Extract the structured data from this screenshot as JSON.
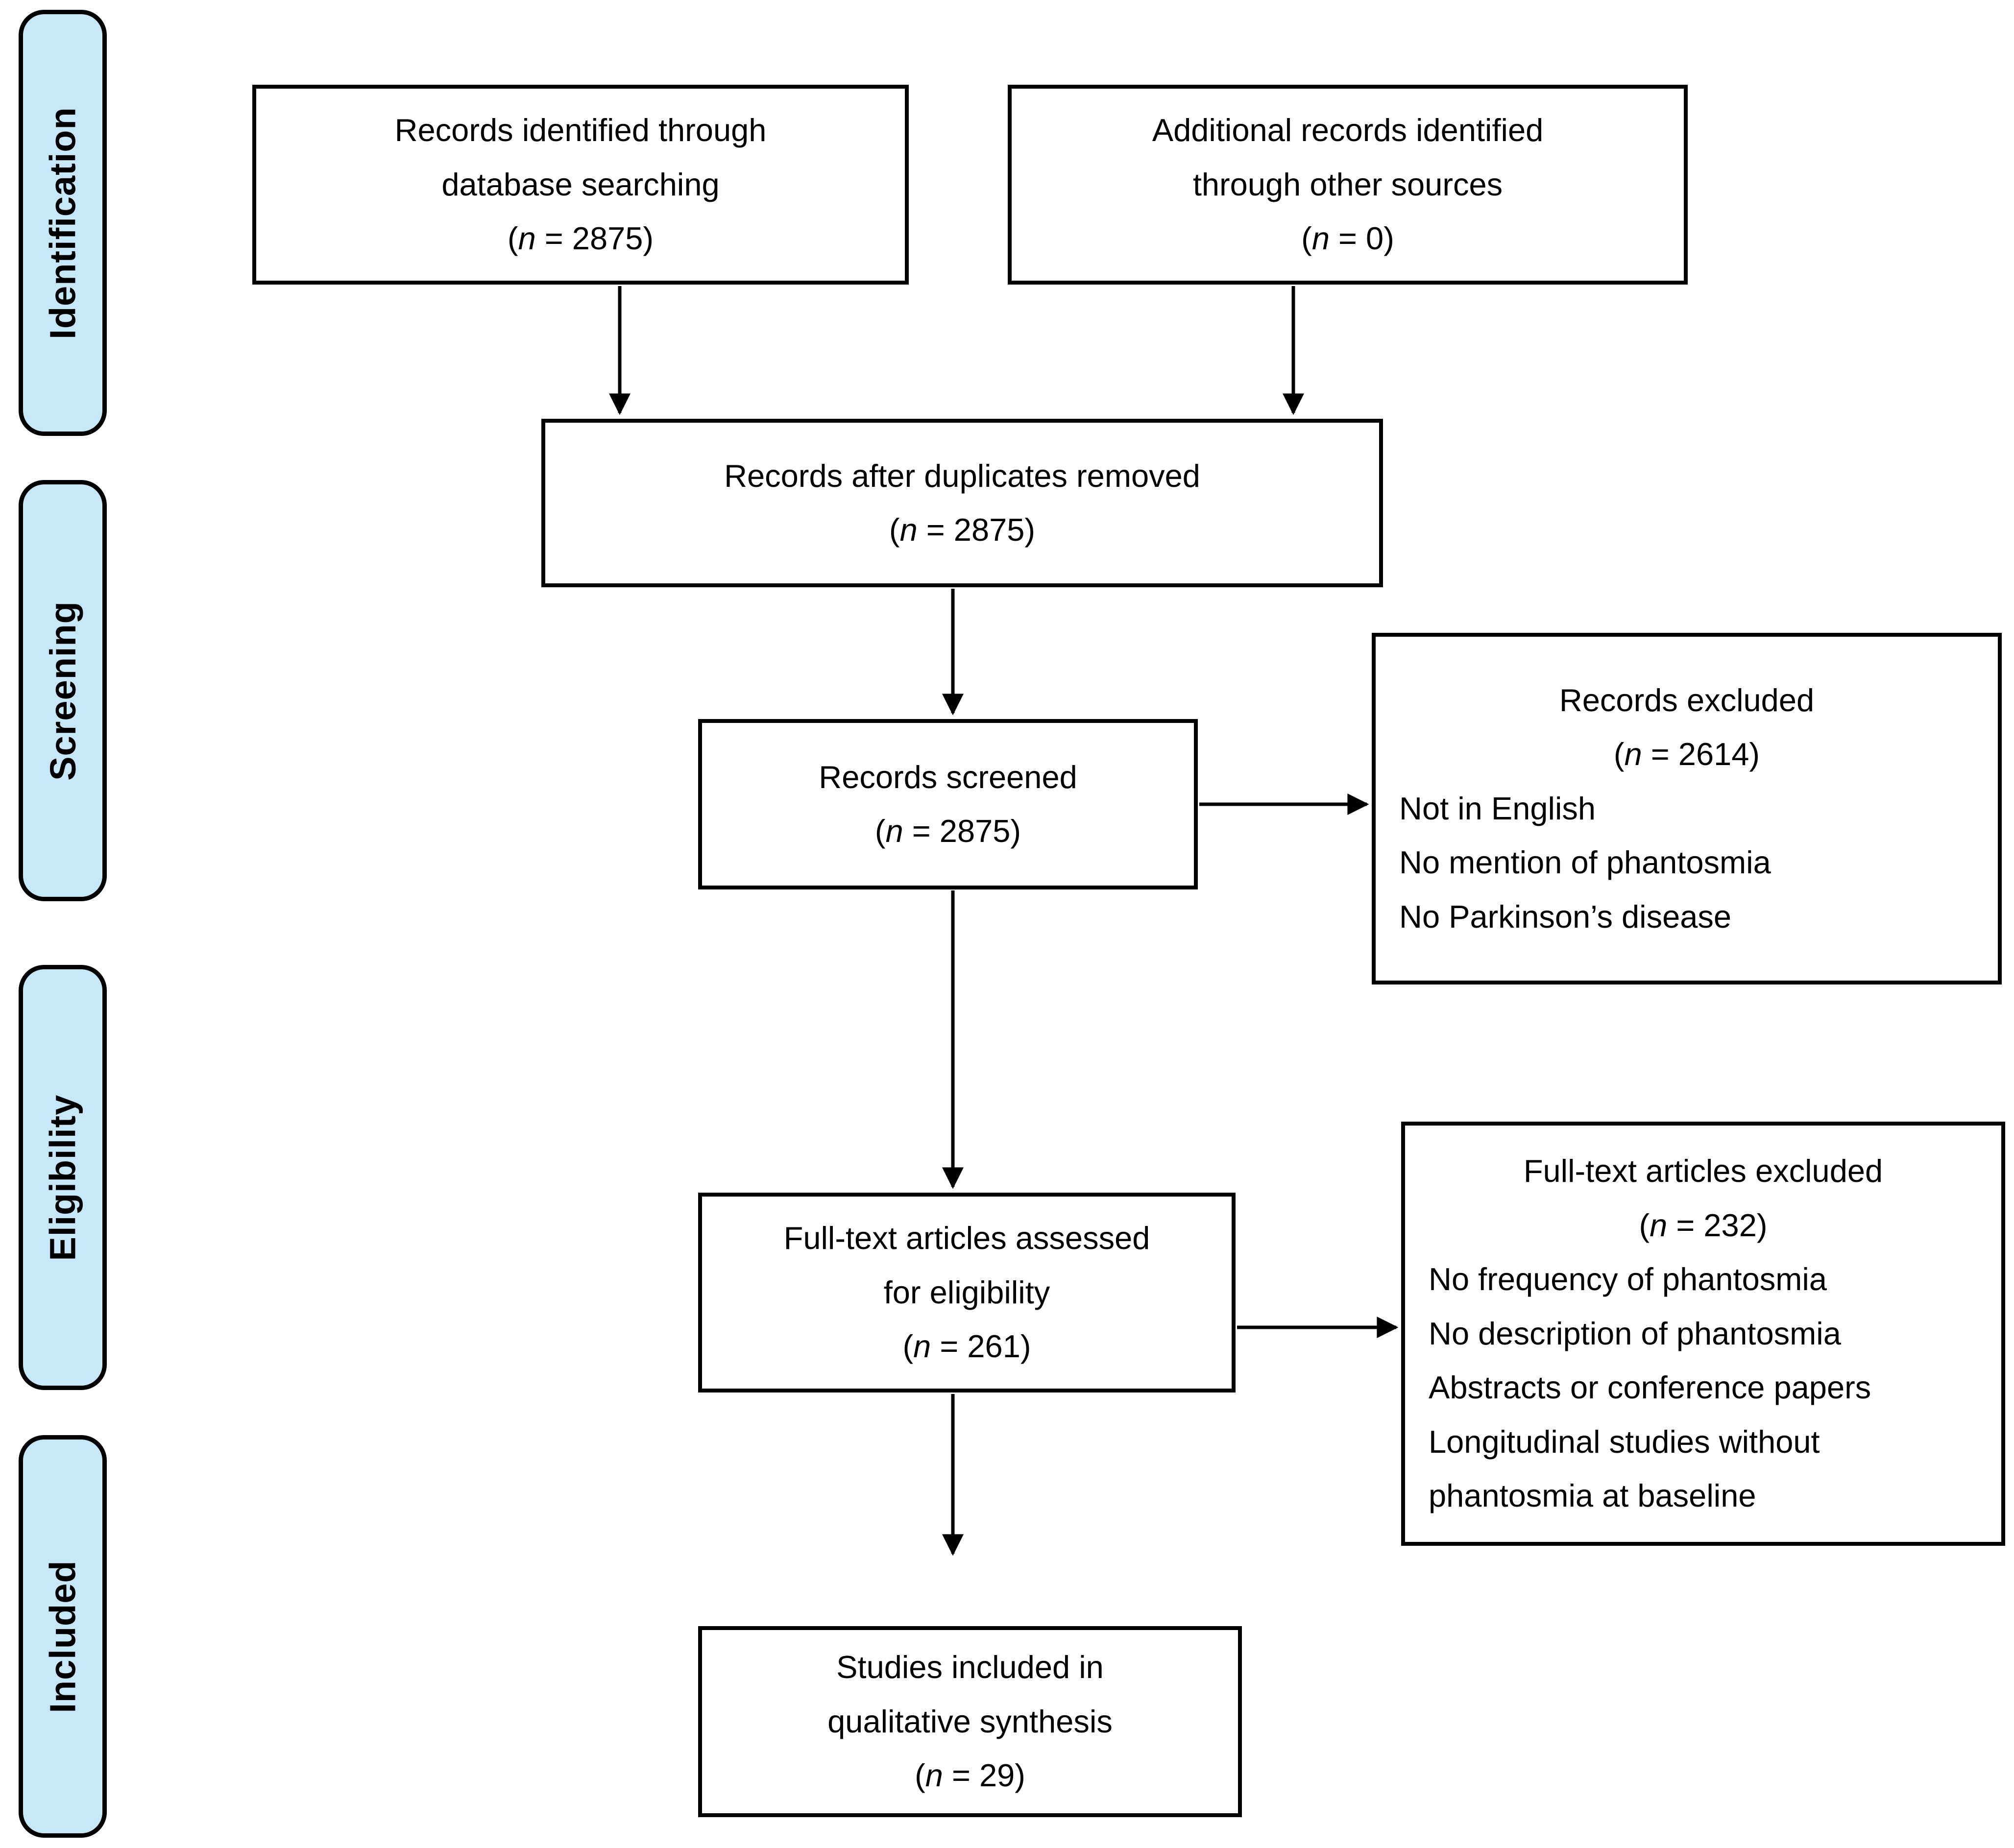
{
  "colors": {
    "stage_fill": "#c7e8f8",
    "line": "#000000",
    "box_background": "#ffffff",
    "text": "#000000",
    "page_background": "#ffffff"
  },
  "stages": {
    "identification": "Identification",
    "screening": "Screening",
    "eligibility": "Eligibility",
    "included": "Included"
  },
  "boxes": {
    "identified": {
      "title": [
        "Records identified through",
        "database searching"
      ],
      "n_prefix": "(",
      "n_italic": "n",
      "n_suffix": " = 2875)"
    },
    "additional": {
      "title": [
        "Additional records identified",
        "through other sources"
      ],
      "n_prefix": "(",
      "n_italic": "n",
      "n_suffix": " = 0)"
    },
    "duplicates_removed": {
      "title": [
        "Records after duplicates removed"
      ],
      "n_prefix": "(",
      "n_italic": "n",
      "n_suffix": " = 2875)"
    },
    "screened": {
      "title": [
        "Records screened"
      ],
      "n_prefix": "(",
      "n_italic": "n",
      "n_suffix": " = 2875)"
    },
    "records_excluded": {
      "title": [
        "Records excluded"
      ],
      "n_prefix": "(",
      "n_italic": "n",
      "n_suffix": " = 2614)",
      "reasons": [
        "Not in English",
        "No mention of phantosmia",
        "No Parkinson’s disease"
      ]
    },
    "fulltext_assessed": {
      "title": [
        "Full-text articles assessed",
        "for eligibility"
      ],
      "n_prefix": "(",
      "n_italic": "n",
      "n_suffix": " = 261)"
    },
    "fulltext_excluded": {
      "title": [
        "Full-text articles excluded"
      ],
      "n_prefix": "(",
      "n_italic": "n",
      "n_suffix": " = 232)",
      "reasons": [
        "No frequency of phantosmia",
        "No description of phantosmia",
        "Abstracts or conference papers",
        "Longitudinal studies without phantosmia at baseline"
      ]
    },
    "included_studies": {
      "title": [
        "Studies included in",
        "qualitative synthesis"
      ],
      "n_prefix": "(",
      "n_italic": "n",
      "n_suffix": " = 29)"
    }
  }
}
